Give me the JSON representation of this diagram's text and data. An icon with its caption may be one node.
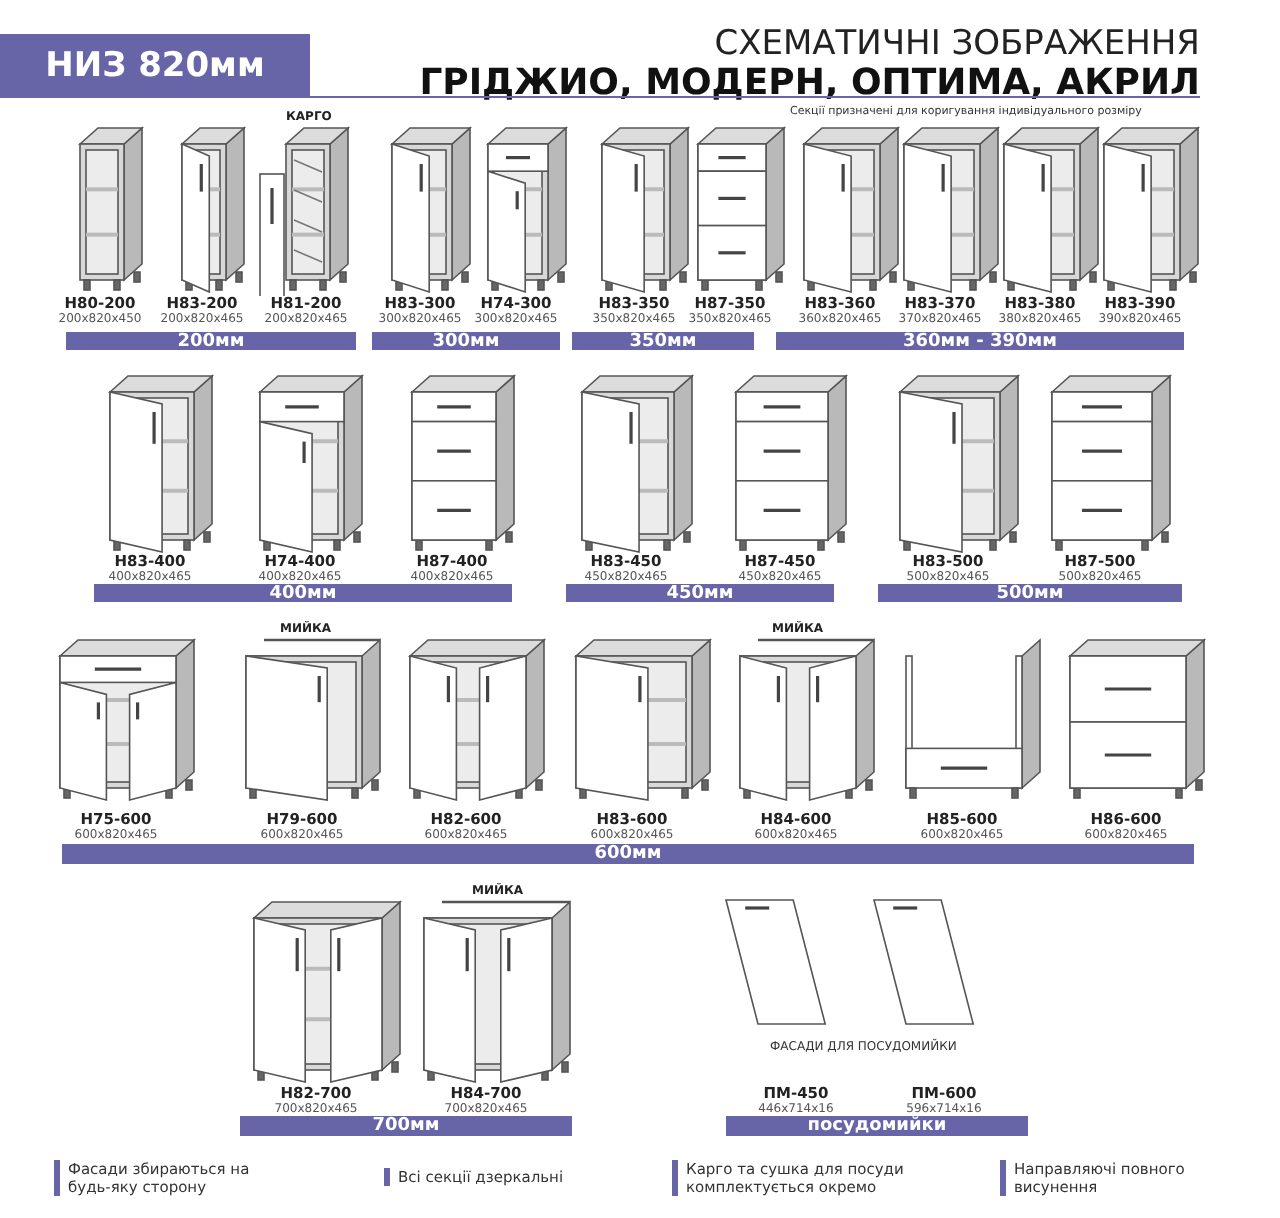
{
  "diagram": {
    "title": "СХЕМАТИЧНІ ЗОБРАЖЕННЯ",
    "nodes": [
      {
        "text": [
          "НИЗ 820мм"
        ]
      },
      {
        "text": [
          "Н80-200",
          "200x820x450"
        ]
      },
      {
        "text": [
          "Н83-200",
          "200x820x465"
        ]
      },
      {
        "text": [
          "Н81-200",
          "200x820x465"
        ]
      },
      {
        "text": [
          "Н83-300",
          "300x820x465"
        ]
      },
      {
        "text": [
          "Н74-300",
          "300x820x465"
        ]
      },
      {
        "text": [
          "Н83-350",
          "350x820x465"
        ]
      },
      {
        "text": [
          "Н87-350",
          "350x820x465"
        ]
      },
      {
        "text": [
          "Н83-360",
          "360x820x465"
        ]
      },
      {
        "text": [
          "Н83-370",
          "370x820x465"
        ]
      },
      {
        "text": [
          "Н83-380",
          "380x820x465"
        ]
      },
      {
        "text": [
          "Н83-390",
          "390x820x465"
        ]
      },
      {
        "text": [
          "200мм"
        ]
      },
      {
        "text": [
          "300мм"
        ]
      },
      {
        "text": [
          "350мм"
        ]
      },
      {
        "text": [
          "360мм - 390мм"
        ]
      },
      {
        "text": [
          "Н83-400",
          "400x820x465"
        ]
      },
      {
        "text": [
          "Н74-400",
          "400x820x465"
        ]
      },
      {
        "text": [
          "Н87-400",
          "400x820x465"
        ]
      },
      {
        "text": [
          "Н83-450",
          "450x820x465"
        ]
      },
      {
        "text": [
          "Н87-450",
          "450x820x465"
        ]
      },
      {
        "text": [
          "Н83-500",
          "500x820x465"
        ]
      },
      {
        "text": [
          "Н87-500",
          "500x820x465"
        ]
      },
      {
        "text": [
          "400мм"
        ]
      },
      {
        "text": [
          "450мм"
        ]
      },
      {
        "text": [
          "500мм"
        ]
      },
      {
        "text": [
          "Н75-600",
          "600x820x465"
        ]
      },
      {
        "text": [
          "Н79-600",
          "600x820x465"
        ]
      },
      {
        "text": [
          "Н82-600",
          "600x820x465"
        ]
      },
      {
        "text": [
          "Н83-600",
          "600x820x465"
        ]
      },
      {
        "text": [
          "Н84-600",
          "600x820x465"
        ]
      },
      {
        "text": [
          "Н85-600",
          "600x820x465"
        ]
      },
      {
        "text": [
          "Н86-600",
          "600x820x465"
        ]
      },
      {
        "text": [
          "600мм"
        ]
      },
      {
        "text": [
          "Н82-700",
          "700x820x465"
        ]
      },
      {
        "text": [
          "Н84-700",
          "700x820x465"
        ]
      },
      {
        "text": [
          "ПМ-450",
          "446x714x16"
        ]
      },
      {
        "text": [
          "ПМ-600",
          "596x714x16"
        ]
      },
      {
        "text": [
          "700мм"
        ]
      },
      {
        "text": [
          "посудомийки"
        ]
      }
    ],
    "labels": [
      "ГРІДЖИО, МОДЕРН, ОПТИМА, АКРИЛ",
      "Секції призначені для коригування індивідуального розміру",
      "КАРГО",
      "МИЙКА",
      "МИЙКА",
      "МИЙКА",
      "ФАСАДИ ДЛЯ ПОСУДОМИЙКИ",
      "Фасади збираються на будь-яку сторону",
      "Всі секції дзеркальні",
      "Карго та сушка для посуди комплектується окремо",
      "Направляючі повного висунення"
    ]
  }
}
